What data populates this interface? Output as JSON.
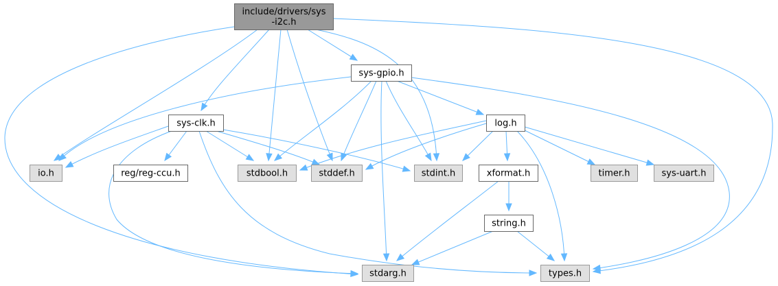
{
  "diagram": {
    "type": "include-dependency-graph",
    "colors": {
      "edge": "#63b8ff",
      "root_fill": "#999999",
      "root_border": "#666666",
      "documented_fill": "#ffffff",
      "documented_border": "#666666",
      "undocumented_fill": "#e0e0e0",
      "undocumented_border": "#999999"
    },
    "nodes": [
      {
        "id": "root",
        "label_lines": [
          "include/drivers/sys",
          "-i2c.h"
        ],
        "kind": "root"
      },
      {
        "id": "sys-gpio",
        "label_lines": [
          "sys-gpio.h"
        ],
        "kind": "documented"
      },
      {
        "id": "sys-clk",
        "label_lines": [
          "sys-clk.h"
        ],
        "kind": "documented"
      },
      {
        "id": "log",
        "label_lines": [
          "log.h"
        ],
        "kind": "documented"
      },
      {
        "id": "io",
        "label_lines": [
          "io.h"
        ],
        "kind": "undocumented"
      },
      {
        "id": "reg-ccu",
        "label_lines": [
          "reg/reg-ccu.h"
        ],
        "kind": "documented"
      },
      {
        "id": "stdbool",
        "label_lines": [
          "stdbool.h"
        ],
        "kind": "undocumented"
      },
      {
        "id": "stddef",
        "label_lines": [
          "stddef.h"
        ],
        "kind": "undocumented"
      },
      {
        "id": "stdint",
        "label_lines": [
          "stdint.h"
        ],
        "kind": "undocumented"
      },
      {
        "id": "xformat",
        "label_lines": [
          "xformat.h"
        ],
        "kind": "documented"
      },
      {
        "id": "timer",
        "label_lines": [
          "timer.h"
        ],
        "kind": "undocumented"
      },
      {
        "id": "sys-uart",
        "label_lines": [
          "sys-uart.h"
        ],
        "kind": "undocumented"
      },
      {
        "id": "string",
        "label_lines": [
          "string.h"
        ],
        "kind": "documented"
      },
      {
        "id": "stdarg",
        "label_lines": [
          "stdarg.h"
        ],
        "kind": "undocumented"
      },
      {
        "id": "types",
        "label_lines": [
          "types.h"
        ],
        "kind": "undocumented"
      }
    ],
    "edges": [
      {
        "from": "root",
        "to": "sys-gpio"
      },
      {
        "from": "root",
        "to": "sys-clk"
      },
      {
        "from": "root",
        "to": "io"
      },
      {
        "from": "root",
        "to": "stdbool"
      },
      {
        "from": "root",
        "to": "stddef"
      },
      {
        "from": "root",
        "to": "stdint"
      },
      {
        "from": "root",
        "to": "stdarg"
      },
      {
        "from": "root",
        "to": "types"
      },
      {
        "from": "sys-gpio",
        "to": "io"
      },
      {
        "from": "sys-gpio",
        "to": "log"
      },
      {
        "from": "sys-gpio",
        "to": "stdbool"
      },
      {
        "from": "sys-gpio",
        "to": "stddef"
      },
      {
        "from": "sys-gpio",
        "to": "stdint"
      },
      {
        "from": "sys-gpio",
        "to": "stdarg"
      },
      {
        "from": "sys-gpio",
        "to": "types"
      },
      {
        "from": "sys-clk",
        "to": "io"
      },
      {
        "from": "sys-clk",
        "to": "reg-ccu"
      },
      {
        "from": "sys-clk",
        "to": "stdbool"
      },
      {
        "from": "sys-clk",
        "to": "stddef"
      },
      {
        "from": "sys-clk",
        "to": "stdint"
      },
      {
        "from": "sys-clk",
        "to": "stdarg"
      },
      {
        "from": "sys-clk",
        "to": "types"
      },
      {
        "from": "log",
        "to": "stdbool"
      },
      {
        "from": "log",
        "to": "stddef"
      },
      {
        "from": "log",
        "to": "stdint"
      },
      {
        "from": "log",
        "to": "xformat"
      },
      {
        "from": "log",
        "to": "types"
      },
      {
        "from": "log",
        "to": "timer"
      },
      {
        "from": "log",
        "to": "sys-uart"
      },
      {
        "from": "xformat",
        "to": "stdarg"
      },
      {
        "from": "xformat",
        "to": "string"
      },
      {
        "from": "string",
        "to": "stdarg"
      },
      {
        "from": "string",
        "to": "types"
      }
    ]
  }
}
